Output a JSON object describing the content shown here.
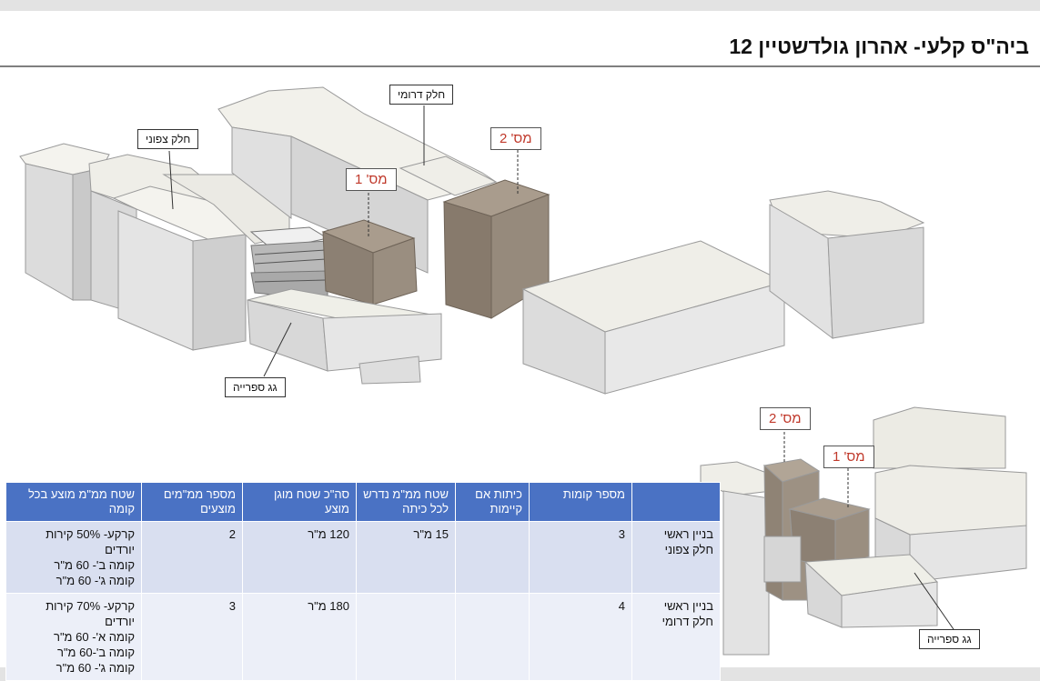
{
  "title": "ביה\"ס קלעי- אהרון גולדשטיין 12",
  "labels": {
    "north_part": "חלק צפוני",
    "south_part": "חלק דרומי",
    "no1": "מס' 1",
    "no2": "מס' 2",
    "library_roof": "גג ספרייה",
    "inset_no1": "מס' 1",
    "inset_no2": "מס' 2",
    "inset_library_roof": "גג ספרייה"
  },
  "table": {
    "headers": [
      "",
      "מספר קומות",
      "כיתות אם קיימות",
      "שטח ממ\"מ נדרש לכל כיתה",
      "סה\"כ שטח מוגן מוצע",
      "מספר ממ\"מים מוצעים",
      "שטח ממ\"מ מוצע בכל קומה"
    ],
    "rows": [
      {
        "building": [
          "בניין ראשי",
          "חלק צפוני"
        ],
        "floors": "3",
        "classes": "",
        "area_per_class": "15 מ\"ר",
        "total_area": "120 מ\"ר",
        "num_mamad": "2",
        "area_per_floor": [
          "קרקע- 50% קירות יורדים",
          "קומה ב'- 60 מ\"ר",
          "קומה ג'- 60 מ\"ר"
        ]
      },
      {
        "building": [
          "בניין ראשי",
          "חלק דרומי"
        ],
        "floors": "4",
        "classes": "",
        "area_per_class": "",
        "total_area": "180 מ\"ר",
        "num_mamad": "3",
        "area_per_floor": [
          "קרקע- 70% קירות יורדים",
          "קומה א'- 60 מ\"ר",
          "קומה ב'-60 מ\"ר",
          "קומה ג'- 60 מ\"ר"
        ]
      }
    ]
  }
}
